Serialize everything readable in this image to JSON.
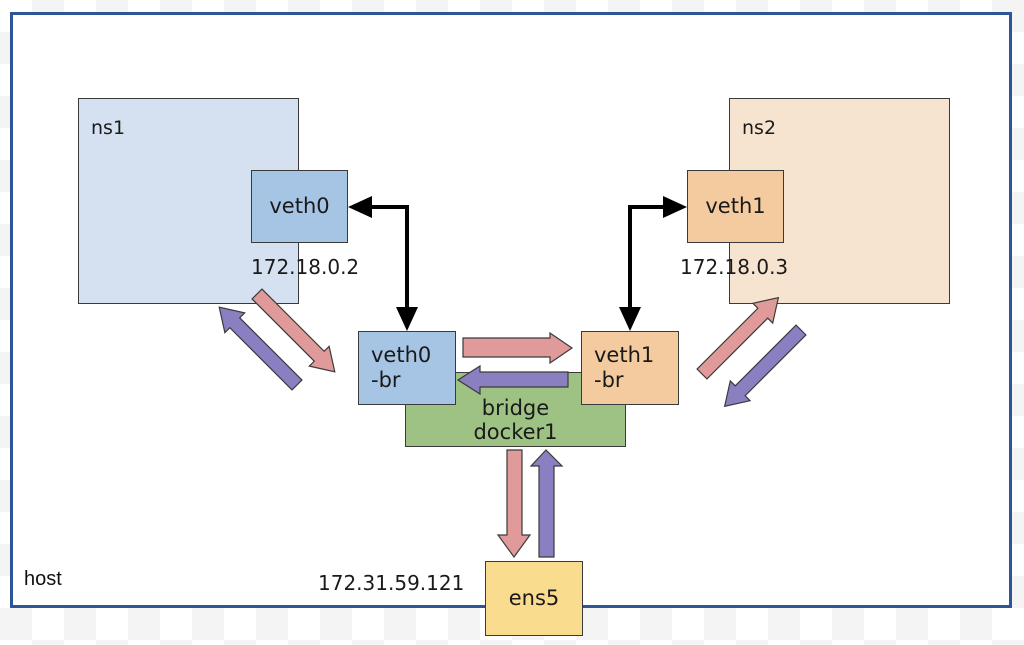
{
  "host": {
    "label": "host",
    "border_color": "#2e5597"
  },
  "namespaces": [
    {
      "id": "ns1",
      "label": "ns1",
      "fill": "#d5e1f0"
    },
    {
      "id": "ns2",
      "label": "ns2",
      "fill": "#f7e4d0"
    }
  ],
  "interfaces": {
    "veth0": {
      "label": "veth0",
      "ip": "172.18.0.2",
      "fill": "#a6c4e4"
    },
    "veth1": {
      "label": "veth1",
      "ip": "172.18.0.3",
      "fill": "#f4cb9e"
    },
    "veth0_br": {
      "line1": "veth0",
      "line2": "-br",
      "fill": "#a6c4e4"
    },
    "veth1_br": {
      "line1": "veth1",
      "line2": "-br",
      "fill": "#f4cb9e"
    },
    "ens5": {
      "label": "ens5",
      "ip": "172.31.59.121",
      "fill": "#fadc8f"
    }
  },
  "bridge": {
    "line1": "bridge",
    "line2": "docker1",
    "fill": "#9dc283"
  },
  "arrows": {
    "outbound_color": "#e19a9a",
    "inbound_color": "#8a7fc0",
    "link_color": "#000000"
  }
}
